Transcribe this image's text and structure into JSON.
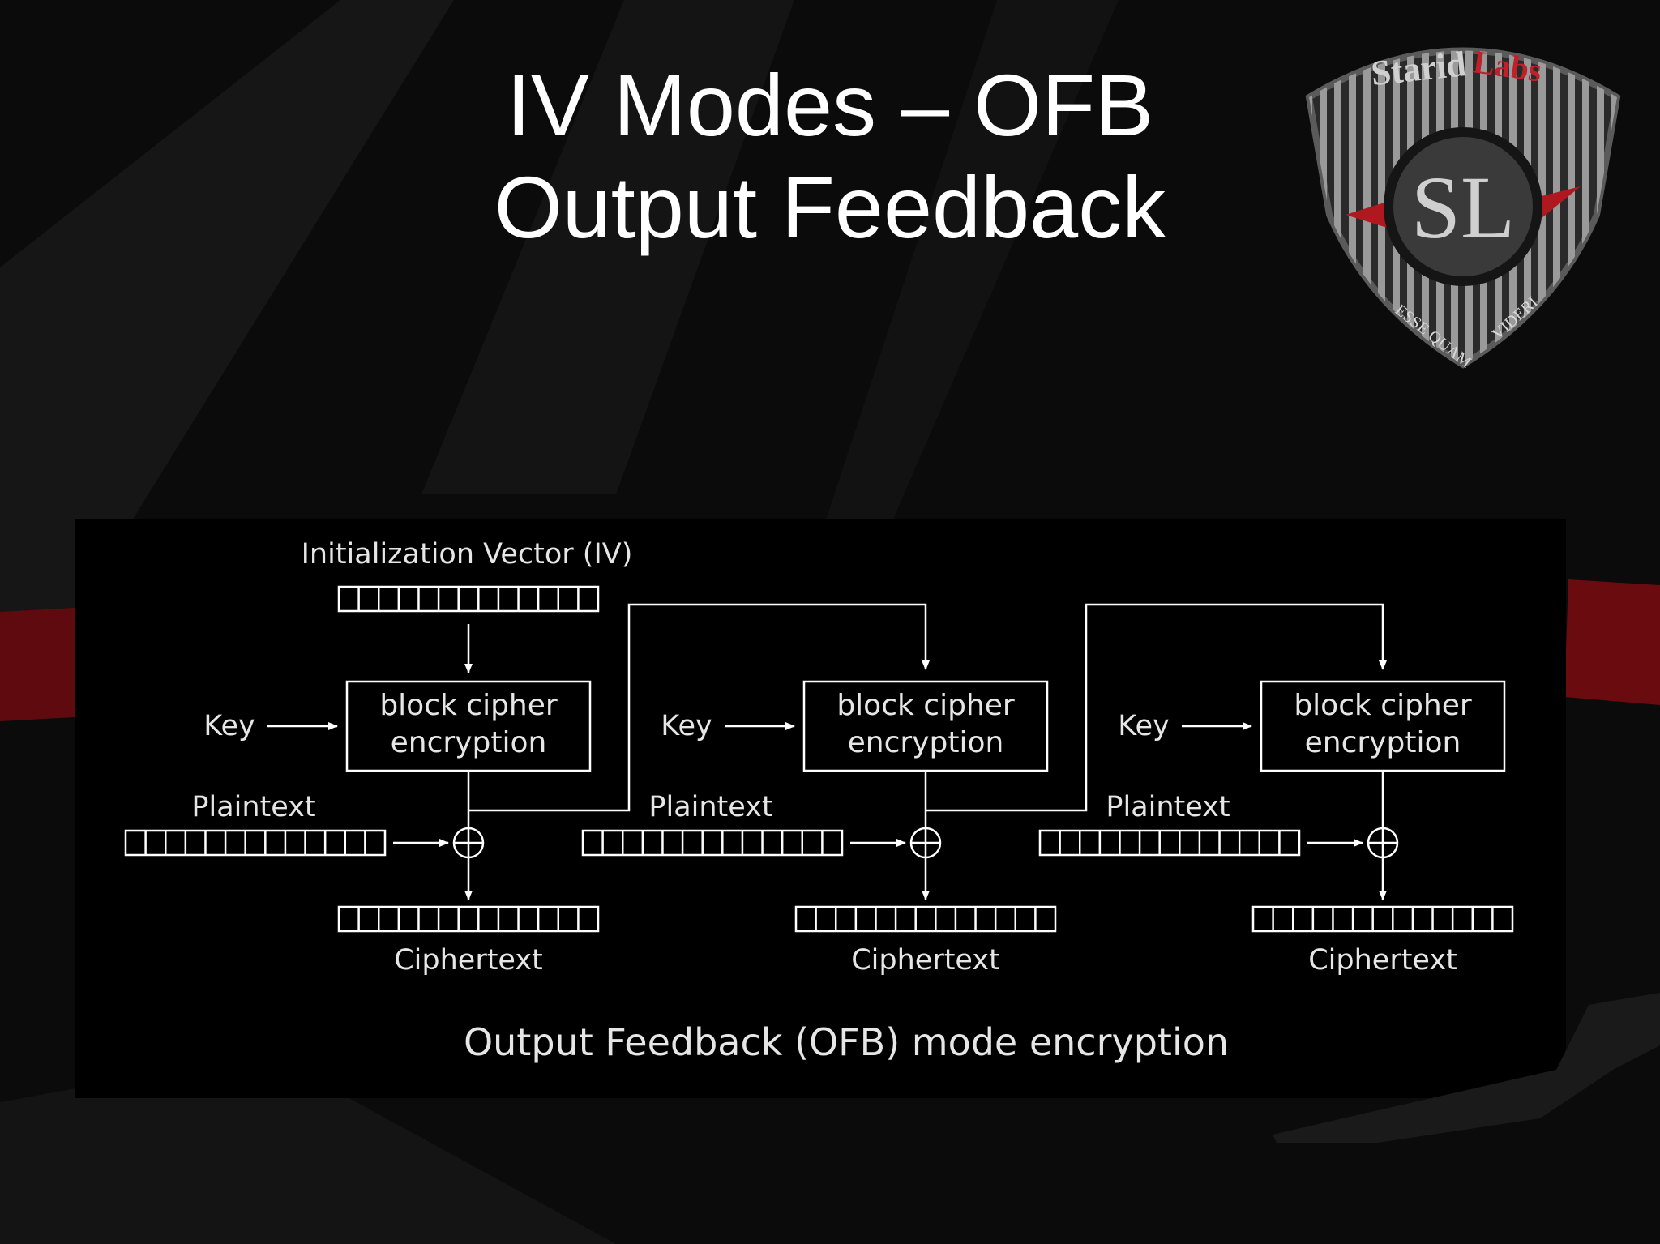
{
  "slide": {
    "title_line1": "IV Modes – OFB",
    "title_line2": "Output Feedback"
  },
  "logo": {
    "brand_part1": "Starid",
    "brand_part2": "Labs",
    "monogram": "SL",
    "motto_left": "ESSE QUAM",
    "motto_right": "VIDERI",
    "colors": {
      "brand_red": "#c0202a",
      "shield_gray": "#8a8a8a"
    }
  },
  "diagram": {
    "iv_label": "Initialization Vector (IV)",
    "key_label": "Key",
    "cipher_line1": "block cipher",
    "cipher_line2": "encryption",
    "plaintext_label": "Plaintext",
    "ciphertext_label": "Ciphertext",
    "caption": "Output Feedback (OFB) mode encryption",
    "stages": 3,
    "register_cells": 13
  },
  "colors": {
    "background": "#0a0a0a",
    "panel": "#000000",
    "accent_red": "#8b0d12",
    "line": "#ffffff",
    "text": "#e6e6e6"
  }
}
